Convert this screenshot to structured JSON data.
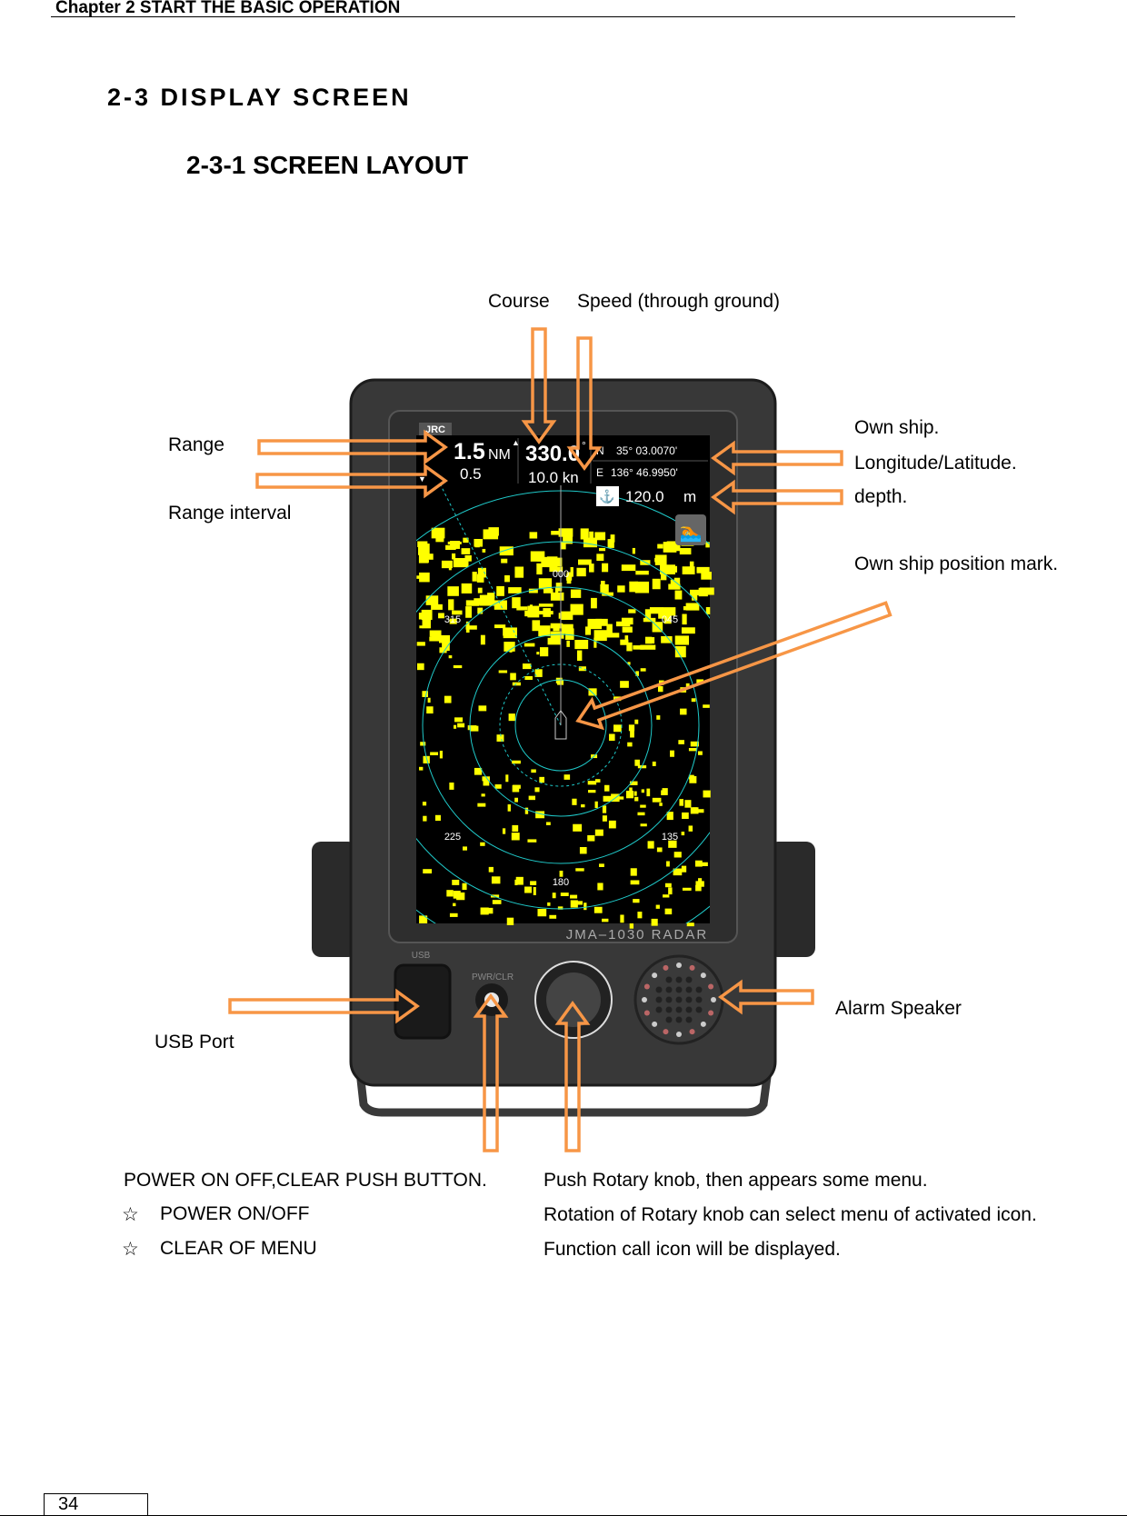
{
  "header": {
    "chapter": "Chapter 2    START THE BASIC OPERATION"
  },
  "section_title": "2-3 DISPLAY SCREEN",
  "subsection_title": "2-3-1 SCREEN LAYOUT",
  "callouts": {
    "course": "Course",
    "speed": "Speed (through ground)",
    "range": "Range",
    "range_interval": "Range interval",
    "own_ship": "Own ship.",
    "lon_lat": "Longitude/Latitude.",
    "depth": "depth.",
    "own_ship_mark": "Own ship position mark.",
    "alarm_speaker": "Alarm Speaker",
    "usb_port": "USB Port"
  },
  "notes_left": {
    "title": "POWER ON OFF,CLEAR PUSH BUTTON.",
    "items": [
      {
        "bullet": "☆",
        "text": "POWER ON/OFF"
      },
      {
        "bullet": "☆",
        "text": "CLEAR OF MENU"
      }
    ]
  },
  "notes_right": [
    "Push Rotary knob, then appears some menu.",
    "Rotation of Rotary knob can select menu of activated icon.",
    "Function call icon will be displayed."
  ],
  "device": {
    "brand": "JRC",
    "model": "JMA–1030   RADAR",
    "usb_label": "USB",
    "power_label": "PWR/CLR",
    "screen": {
      "range": "1.5",
      "range_unit": "NM",
      "range_interval": "0.5",
      "course": "330.0",
      "course_unit": "°",
      "speed": "10.0 kn",
      "lat_hemi": "N",
      "lat": "35° 03.0070'",
      "lon_hemi": "E",
      "lon": "136° 46.9950'",
      "depth": "120.0",
      "depth_unit": "m",
      "bearings": [
        "000",
        "045",
        "135",
        "180",
        "225",
        "315"
      ]
    }
  },
  "colors": {
    "arrow": "#f79646",
    "echo": "#ffff00",
    "rings": "#1fc8c8"
  },
  "page_number": "34"
}
